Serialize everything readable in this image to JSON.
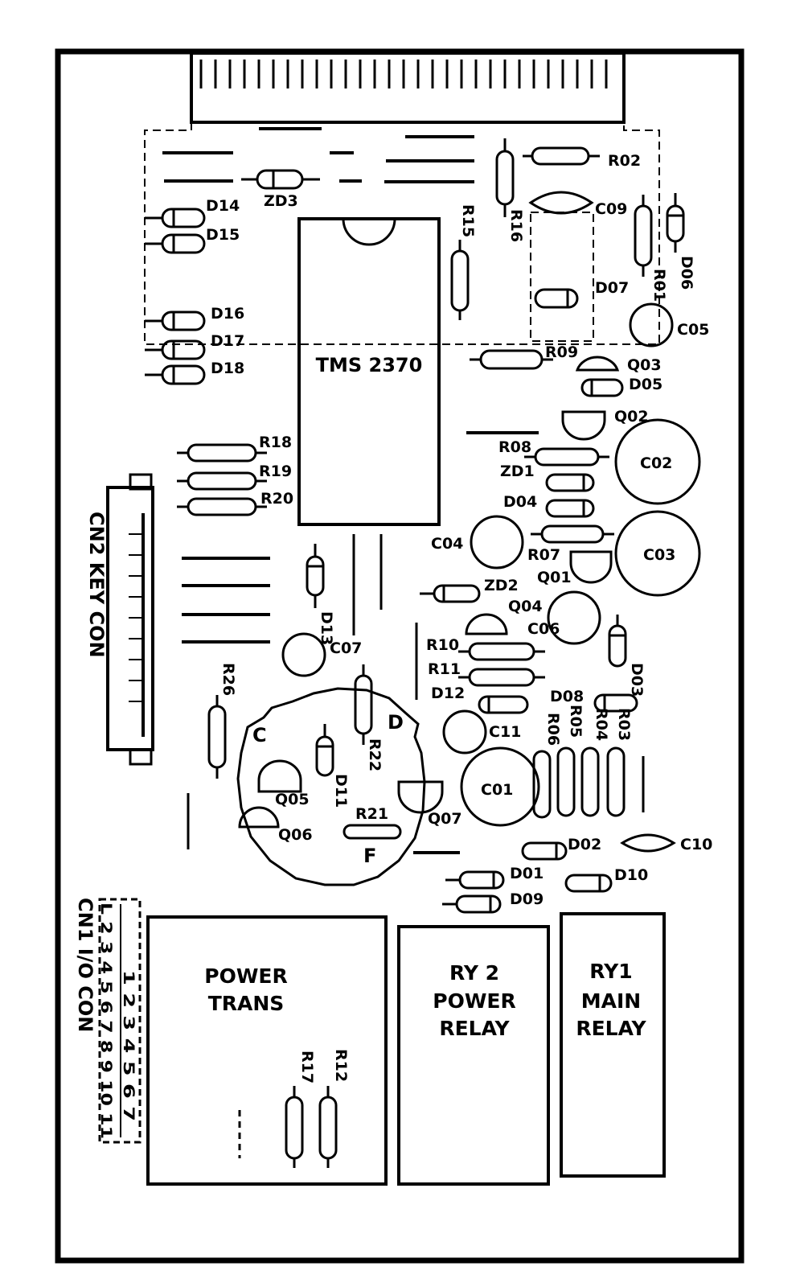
{
  "diagram": {
    "chip": "TMS 2370",
    "blocks": {
      "power_trans": [
        "POWER",
        "TRANS"
      ],
      "ry2": [
        "RY 2",
        "POWER",
        "RELAY"
      ],
      "ry1": [
        "RY1",
        "MAIN",
        "RELAY"
      ]
    },
    "connectors": {
      "cn2": "CN2 KEY CON",
      "cn1": "CN1 I/O CON",
      "cn1_pins_row1": "1 2 3 4 5 6 7",
      "cn1_pins_row2": "L 2 3 4 5 6 7 8 9 10 11"
    },
    "labels": {
      "r02": "R02",
      "c09": "C09",
      "r01": "R01",
      "d06": "D06",
      "r16": "R16",
      "zd3": "ZD3",
      "d14": "D14",
      "d15": "D15",
      "r15": "R15",
      "d07": "D07",
      "d16": "D16",
      "d17": "D17",
      "d18": "D18",
      "c05": "C05",
      "r09": "R09",
      "q03": "Q03",
      "d05": "D05",
      "q02": "Q02",
      "r18": "R18",
      "r19": "R19",
      "r20": "R20",
      "r08": "R08",
      "zd1": "ZD1",
      "c02": "C02",
      "d04": "D04",
      "c04": "C04",
      "r07": "R07",
      "c03": "C03",
      "q01": "Q01",
      "d13": "D13",
      "zd2": "ZD2",
      "q04": "Q04",
      "c06": "C06",
      "c07": "C07",
      "r10": "R10",
      "r11": "R11",
      "d03": "D03",
      "d12": "D12",
      "d08": "D08",
      "r26": "R26",
      "c": "C",
      "d": "D",
      "r06": "R06",
      "r05": "R05",
      "r04": "R04",
      "r03": "R03",
      "r22": "R22",
      "c11": "C11",
      "d11": "D11",
      "c01": "C01",
      "q05": "Q05",
      "q07": "Q07",
      "r21": "R21",
      "q06": "Q06",
      "f": "F",
      "d02": "D02",
      "c10": "C10",
      "d01": "D01",
      "d10": "D10",
      "d09": "D09",
      "r17": "R17",
      "r12": "R12"
    }
  }
}
